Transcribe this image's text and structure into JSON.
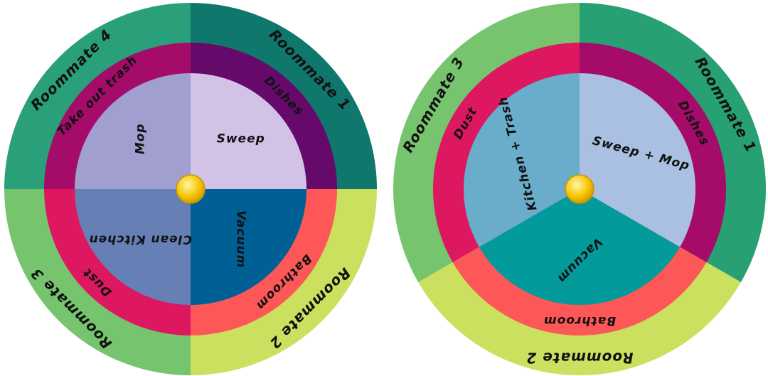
{
  "wheels": [
    {
      "id": "wheel-four",
      "outer": [
        {
          "label": "Roommate 1",
          "color": "#0f776b"
        },
        {
          "label": "Roommate 2",
          "color": "#cbe05f"
        },
        {
          "label": "Roommate 3",
          "color": "#76c46d"
        },
        {
          "label": "Roommate 4",
          "color": "#2aa07a"
        }
      ],
      "middle": [
        {
          "label": "Dishes",
          "color": "#650a6b"
        },
        {
          "label": "Bathroom",
          "color": "#fd5757"
        },
        {
          "label": "Dust",
          "color": "#dd1760"
        },
        {
          "label": "Take out trash",
          "color": "#a50b69"
        }
      ],
      "inner": [
        {
          "label": "Sweep",
          "color": "#d2c3e6"
        },
        {
          "label": "Vacuum",
          "color": "#005f95"
        },
        {
          "label": "Clean Kitchen",
          "color": "#6680b6"
        },
        {
          "label": "Mop",
          "color": "#a19fd0"
        }
      ]
    },
    {
      "id": "wheel-three",
      "outer": [
        {
          "label": "Roommate 1",
          "color": "#27a073"
        },
        {
          "label": "Roommate 2",
          "color": "#cbe05f"
        },
        {
          "label": "Roommate 3",
          "color": "#76c46d"
        }
      ],
      "middle": [
        {
          "label": "Dishes",
          "color": "#a50b69"
        },
        {
          "label": "Bathroom",
          "color": "#fd5757"
        },
        {
          "label": "Dust",
          "color": "#dd1760"
        }
      ],
      "inner": [
        {
          "label": "Sweep + Mop",
          "color": "#a9c0e2"
        },
        {
          "label": "Vacuum",
          "color": "#029a9a"
        },
        {
          "label": "Kitchen + Trash",
          "color": "#69adcb"
        }
      ]
    }
  ],
  "center_pin": {
    "color": "#f6c400",
    "highlight": "#fff6a8",
    "rim": "#c99200"
  }
}
